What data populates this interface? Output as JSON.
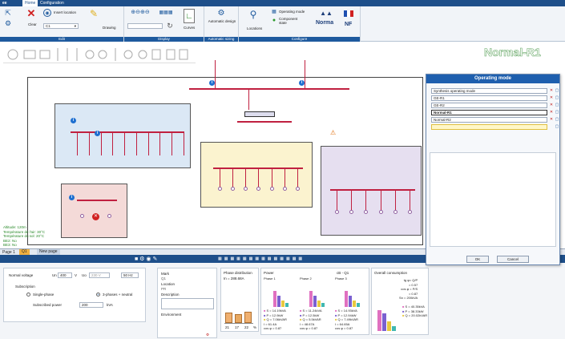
{
  "titlebar": {
    "logo": "ee",
    "tabs": [
      "Home",
      "Configuration"
    ]
  },
  "ribbon": {
    "edit": {
      "group": "Edit",
      "insert_location": "Insert location",
      "clear": "Clear",
      "location_value": "C1",
      "drawing": "Drawing"
    },
    "display": {
      "group": "Display",
      "curves": "Curves"
    },
    "sizing": {
      "group": "Automatic sizing",
      "automatic_design": "Automatic design"
    },
    "configure": {
      "group": "Configure",
      "locations": "Locations",
      "operating_mode": "Operating mode",
      "component_state": "Component state",
      "norma": "Norma",
      "nf": "NF"
    }
  },
  "canvas": {
    "watermark": "Normal-R1",
    "notes": [
      "Altitude: 120m",
      "Température de l'air: 30°C",
      "Température du sol: 20°C",
      "BE2: No",
      "BE3: No"
    ]
  },
  "operating_mode_dialog": {
    "title": "Operating mode",
    "modes": [
      "Synthesis operating mode",
      "GE-R1",
      "GE-R2",
      "Normal-R1",
      "Normal-R2",
      ""
    ],
    "ok": "OK",
    "cancel": "Cancel"
  },
  "pagebar": {
    "page_label": "Page 1",
    "tab": "Q1",
    "new_page": "New page"
  },
  "panel": {
    "normal_voltage": {
      "label": "Normal voltage",
      "un_label": "Un",
      "un_value": "400",
      "un_unit": "V",
      "uo_label": "Uo",
      "uo_value": "230 V",
      "freq_value": "50 Hz"
    },
    "subscription": {
      "label": "Subscription",
      "single_phase": "Single-phase",
      "three_phase": "3-phases + neutral",
      "subscribed_power_label": "Subscribed power",
      "subscribed_power_value": "200",
      "subscribed_power_unit": "kVA"
    },
    "item": {
      "mark_label": "Mark",
      "mark_value": "Q1",
      "location_label": "Location",
      "location_value": "PR",
      "description_label": "Description",
      "environment_label": "Environment"
    },
    "phase_distribution": {
      "title": "Phase distribution",
      "in_text": "In = 288.68A",
      "bars": [
        {
          "label": "21",
          "value": 21
        },
        {
          "label": "17",
          "value": 17
        },
        {
          "label": "22",
          "value": 22
        }
      ],
      "unit": "%"
    },
    "power": {
      "title": "Power",
      "cb_label": "cB - Q1",
      "phases": [
        {
          "title": "Phase 1",
          "lines": [
            "S = 14.19kVA",
            "P = 12.9kW",
            "Q = 7.06kVAR",
            "I = 61.4A",
            "cos φ = 0.87"
          ]
        },
        {
          "title": "Phase 2",
          "lines": [
            "S = 11.24kVA",
            "P = 12.5kW",
            "Q = 5.5kVAR",
            "I = 48.67A",
            "cos φ = 0.87"
          ]
        },
        {
          "title": "Phase 3",
          "lines": [
            "S = 14.93kVA",
            "P = 12.94kW",
            "Q = 7.49kVAR",
            "I = 64.65A",
            "cos φ = 0.87"
          ]
        }
      ]
    },
    "overall": {
      "title": "Overall consumption",
      "lines": [
        "tg φ= Q/P",
        "= 0.57",
        "cos φ = P/S",
        "= 0.87",
        "Sn = 200kVA",
        "S = 40.35kVA",
        "P = 38.33kW",
        "Q = 20.02kVAR"
      ]
    }
  },
  "colors": {
    "ribbon_blue": "#1e5a9e",
    "bus_red": "#c02040",
    "zone_blue": "#dbe8f5",
    "zone_yellow": "#fbf3cf",
    "zone_purple": "#e6dff0",
    "zone_red": "#f4dad8",
    "bar_pink": "#e070c0",
    "bar_purple": "#7a60d0",
    "bar_yellow": "#e8c840",
    "bar_teal": "#40b8b0"
  }
}
